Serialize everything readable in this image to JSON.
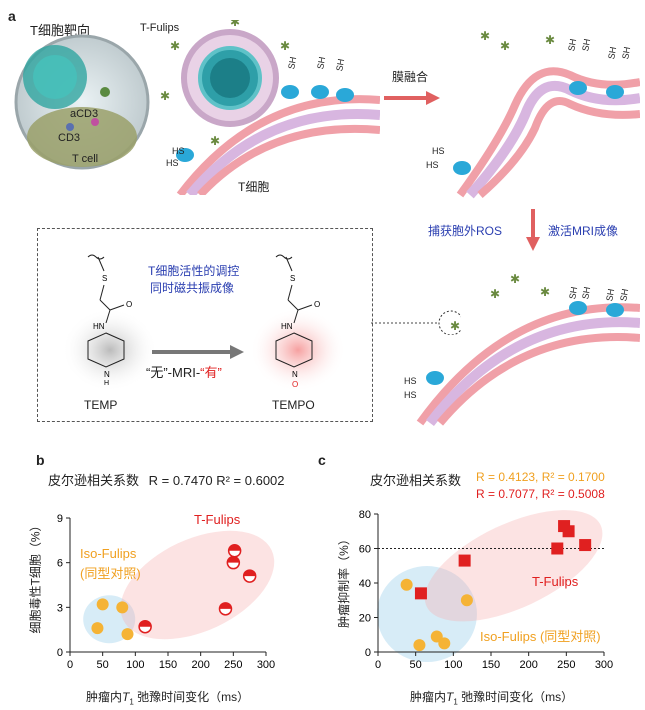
{
  "panel_a": {
    "label": "a",
    "inset_title": "T细胞靶向",
    "inset_labels": [
      "aCD3",
      "CD3",
      "T cell"
    ],
    "tfulips_label": "T-Fulips",
    "tcell_label": "T细胞",
    "membrane_fusion": "膜融合",
    "capture_ros": "捕获胞外ROS",
    "activate_mri": "激活MRI成像",
    "box_title_line1": "T细胞活性的调控",
    "box_title_line2": "同时磁共振成像",
    "temp_label": "TEMP",
    "tempo_label": "TEMPO",
    "mri_prefix": "“无”-MRI-",
    "mri_suffix": "“有”",
    "sh_label": "SH",
    "hs_label": "HS"
  },
  "panel_b": {
    "label": "b",
    "pearson_text": "皮尔逊相关系数",
    "r_text": "R = 0.7470  R² = 0.6002",
    "tfulips": "T-Fulips",
    "isofulips_line1": "Iso-Fulips",
    "isofulips_line2": "(同型对照)",
    "ylabel": "细胞毒性T细胞（%）",
    "xlabel_prefix": "肿瘤内",
    "xlabel_suffix": " 弛豫时间变化（ms）"
  },
  "panel_c": {
    "label": "c",
    "pearson_text": "皮尔逊相关系数",
    "iso_r": "R = 0.4123, R² = 0.1700",
    "tf_r": "R = 0.7077, R² = 0.5008",
    "tfulips": "T-Fulips",
    "isofulips": "Iso-Fulips (同型对照)",
    "ylabel": "肿瘤抑制率（%）",
    "xlabel_prefix": "肿瘤内",
    "xlabel_suffix": " 弛豫时间变化（ms）"
  },
  "chart_data": [
    {
      "type": "scatter",
      "panel": "b",
      "xlim": [
        0,
        300
      ],
      "ylim": [
        0,
        9
      ],
      "xticks": [
        0,
        50,
        100,
        150,
        200,
        250,
        300
      ],
      "yticks": [
        0,
        3,
        6,
        9
      ],
      "series": [
        {
          "name": "Iso-Fulips",
          "color": "#f5b335",
          "x": [
            42,
            50,
            80,
            88
          ],
          "y": [
            1.6,
            3.2,
            3.0,
            1.2
          ]
        },
        {
          "name": "T-Fulips",
          "color": "#e02020",
          "x": [
            115,
            238,
            250,
            252,
            275
          ],
          "y": [
            1.7,
            2.9,
            6.0,
            6.8,
            5.1
          ]
        }
      ]
    },
    {
      "type": "scatter",
      "panel": "c",
      "xlim": [
        0,
        300
      ],
      "ylim": [
        0,
        80
      ],
      "xticks": [
        0,
        50,
        100,
        150,
        200,
        250,
        300
      ],
      "yticks": [
        0,
        20,
        40,
        60,
        80
      ],
      "reference_line_y": 60,
      "series": [
        {
          "name": "Iso-Fulips",
          "color": "#f5b335",
          "x": [
            38,
            55,
            78,
            88,
            118
          ],
          "y": [
            39,
            4,
            9,
            5,
            30
          ]
        },
        {
          "name": "T-Fulips",
          "color": "#e02020",
          "x": [
            57,
            115,
            238,
            247,
            253,
            275
          ],
          "y": [
            34,
            53,
            60,
            73,
            70,
            62
          ]
        }
      ]
    }
  ]
}
